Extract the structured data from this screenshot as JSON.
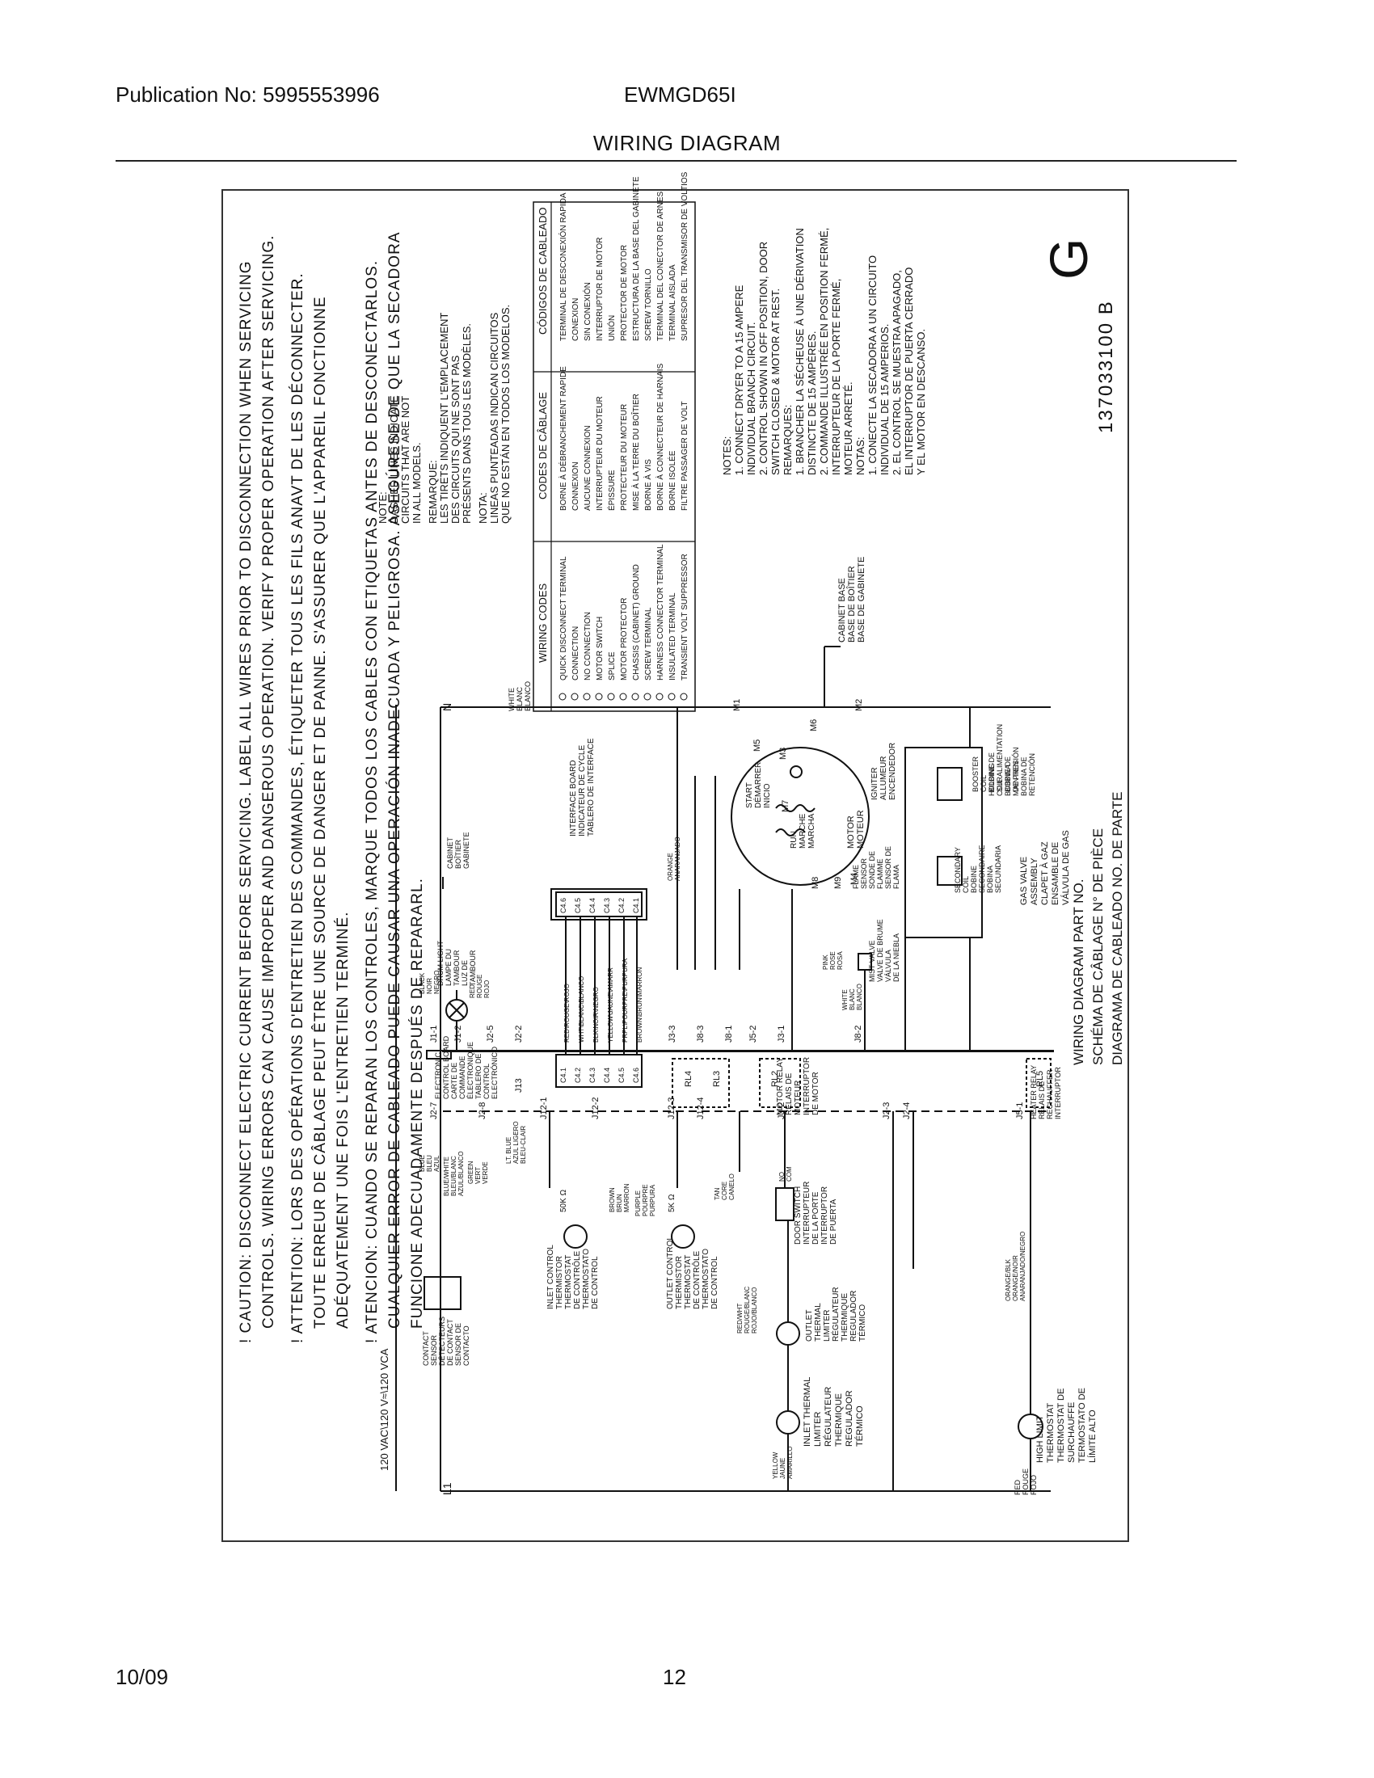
{
  "header": {
    "publication": "Publication No: 5995553996",
    "model": "EWMGD65I",
    "title": "WIRING DIAGRAM"
  },
  "footer": {
    "date": "10/09",
    "page": "12"
  },
  "caution": [
    "! CAUTION: DISCONNECT ELECTRIC CURRENT BEFORE SERVICING. LABEL ALL WIRES PRIOR TO DISCONNECTION WHEN SERVICING",
    "CONTROLS. WIRING ERRORS CAN CAUSE IMPROPER AND DANGEROUS OPERATION. VERIFY PROPER OPERATION AFTER SERVICING.",
    "! ATTENTION: LORS DES OPÉRATIONS D'ENTRETIEN DES COMMANDES, ÉTIQUETER TOUS LES FILS ANAVT DE LES DÉCONNECTER.",
    "TOUTE ERREUR DE CÂBLAGE PEUT ÊTRE UNE SOURCE DE DANGER ET DE PANNE. S'ASSURER QUE L'APPAREIL FONCTIONNE",
    "ADÉQUATEMENT UNE FOIS L'ENTRETIEN TERMINÉ.",
    "! ATENCION: CUANDO SE REPARAN LOS CONTROLES, MARQUE TODOS LOS CABLES CON ETIQUETAS ANTES DE DESCONECTARLOS.",
    "CUALQUIER ERROR DE CABLEADO PUEDE CAUSAR UNA OPERACIÓN INADECUADA Y PELIGROSA. ASEGÚRESE DE QUE LA SECADORA",
    "FUNCIONE ADECUADAMENTE DESPUÉS DE REPARARL."
  ],
  "note_dashed": [
    "NOTE:",
    "DASHED LINES INDICATE",
    "CIRCUITS THAT ARE NOT",
    "IN ALL MODELS.",
    "REMARQUE:",
    "LES TIRETS INDIQUENT L'EMPLACEMENT",
    "DES CIRCUITS QUI NE SONT PAS",
    "PRÉSENTS DANS TOUS LES MODÈLES.",
    "NOTA:",
    "LINEAS PUNTEADAS INDICAN CIRCUITOS",
    "QUE NO ESTÁN EN TODOS LOS MODELOS."
  ],
  "codes_table": {
    "headers": [
      "WIRING CODES",
      "CODES DE CÂBLAGE",
      "CÓDIGOS DE CABLEADO"
    ],
    "rows": [
      [
        "QUICK DISCONNECT TERMINAL",
        "BORNE À DÉBRANCHEMENT RAPIDE",
        "TERMINAL DE DESCONEXIÓN RAPIDA"
      ],
      [
        "CONNECTION",
        "CONNEXION",
        "CONEXION"
      ],
      [
        "NO CONNECTION",
        "AUCUNE CONNEXION",
        "SIN CONEXIÓN"
      ],
      [
        "MOTOR SWITCH",
        "INTERRUPTEUR DU MOTEUR",
        "INTERRUPTOR DE MOTOR"
      ],
      [
        "SPLICE",
        "ÉPISSURE",
        "UNIÓN"
      ],
      [
        "MOTOR PROTECTOR",
        "PROTECTEUR DU MOTEUR",
        "PROTECTOR DE MOTOR"
      ],
      [
        "CHASSIS (CABINET) GROUND",
        "MISE À LA TERRE DU BOÎTIER",
        "ESTRUCTURA DE LA BASE DEL GABINETE"
      ],
      [
        "SCREW TERMINAL",
        "BORNE À VIS",
        "SCREW TORNILLO"
      ],
      [
        "HARNESS CONNECTOR TERMINAL",
        "BORNE À CONNECTEUR DE HARNAIS",
        "TERMINAL DEL CONECTOR DE ARNES"
      ],
      [
        "INSULATED TERMINAL",
        "BORNE ISOLÉE",
        "TERMINAL AISLADA"
      ],
      [
        "TRANSIENT VOLT SUPPRESSOR",
        "FILTRE PASSAGER DE VOLT",
        "SUPRESOR DEL TRANSMISOR DE VOLTIOS"
      ]
    ]
  },
  "notes_install": [
    "NOTES:",
    "1. CONNECT DRYER TO A 15 AMPERE",
    "    INDIVIDUAL BRANCH CIRCUIT.",
    "2. CONTROL SHOWN IN OFF POSITION, DOOR",
    "    SWITCH CLOSED & MOTOR AT REST.",
    "REMARQUES:",
    "1. BRANCHER LA SÉCHEUSE À UNE DÉRIVATION",
    "    DISTINCTE DE 15 AMPÈRES.",
    "2. COMMANDE ILLUSTRÉE EN POSITION FERMÉ,",
    "    INTERRUPTEUR DE LA PORTE FERMÉ,",
    "    MOTEUR ARRETÉ.",
    "NOTAS:",
    "1. CONECTE LA SECADORA A UN CIRCUITO",
    "    INDIVIDUAL DE 15 AMPERIOS.",
    "2. EL CONTROL SE MUESTRA APAGADO,",
    "    EL INTERRUPTOR DE PUERTA CERRADO",
    "    Y EL MOTOR EN DESCANSO."
  ],
  "part_no": {
    "lines": [
      "WIRING DIAGRAM PART NO.",
      "SCHÉMA DE CÂBLAGE N° DE PIÈCE",
      "DIAGRAMA DE CABLEADO NO. DE PARTE"
    ],
    "number": "137033100 B",
    "letter": "G"
  },
  "supply": {
    "voltage": "120 VAC\\120 V≈\\120 VCA",
    "l1": "L1",
    "n": "N",
    "l1_color": [
      "RED",
      "ROUGE",
      "ROJO"
    ],
    "n_color": [
      "WHITE",
      "BLANC",
      "BLANCO"
    ]
  },
  "labels": {
    "ecb": [
      "ELECTRONIC",
      "CONTROL BOARD",
      "CARTE DE",
      "COMMANDE",
      "ÉLECTRONIQUE",
      "TABLERO DE",
      "CONTROL",
      "ELECTRÓNICO"
    ],
    "interface": [
      "INTERFACE BOARD",
      "INDICATEUR DE CYCLE",
      "TABLERO DE INTERFACE"
    ],
    "drum_light": [
      "DRUM LIGHT",
      "LAMPE DU",
      "TAMBOUR",
      "LUZ DE",
      "TAMBOUR"
    ],
    "cabinet": [
      "CABINET",
      "BOÎTIER",
      "GABINETE"
    ],
    "cabinet_base": [
      "CABINET BASE",
      "BASE DE BOÎTIER",
      "BASE DE GABINETE"
    ],
    "motor": [
      "MOTOR",
      "MOTEUR"
    ],
    "start": [
      "START",
      "DÉMARRER",
      "INICIO"
    ],
    "run": [
      "RUN",
      "MARCHE",
      "MARCHA"
    ],
    "ignitor": [
      "IGNITER",
      "ALLUMEUR",
      "ENCENDEDOR"
    ],
    "flame_sensor": [
      "FLAME",
      "SENSOR",
      "SONDE DE",
      "FLAMME",
      "SENSOR DE",
      "FLAMA"
    ],
    "secondary_coil": [
      "SECONDARY",
      "COIL",
      "BOBINE",
      "SECONDAIRE",
      "BOBINA",
      "SECUNDARIA"
    ],
    "booster_coil": [
      "BOOSTER",
      "COIL",
      "BOBINE DE",
      "SURALIMENTATION",
      "BOBINA",
      "DE PRESIÓN"
    ],
    "holding_coil": [
      "HOLDING",
      "COIL",
      "BOBINE DE",
      "MAINTIEN",
      "BOBINA DE",
      "RETENCIÓN"
    ],
    "gas_valve": [
      "GAS VALVE",
      "ASSEMBLY",
      "CLAPET À GAZ",
      "ENSAMBLE DE",
      "VÁLVULA DE GAS"
    ],
    "mist_valve": [
      "MIST VALVE",
      "VALVE DE BRUME",
      "VÁLVULA",
      "DE LA NIEBLA"
    ],
    "motor_relay": [
      "MOTOR RELAY",
      "RELAIS DE",
      "MOTEUR",
      "INTERRUPTOR",
      "DE MOTOR"
    ],
    "heater_relay": [
      "HEATER RELAY",
      "RELAIS DE",
      "RÉCHAUFFER",
      "INTERRUPTOR"
    ],
    "door_switch": [
      "DOOR SWITCH",
      "INTERRUPTEUR",
      "DE LA PORTE",
      "INTERRUPTOR",
      "DE PUERTA"
    ],
    "contact_sensor": [
      "CONTACT",
      "SENSOR",
      "DÉTECTEURS",
      "DE CONTACT",
      "SENSOR DE",
      "CONTACTO"
    ],
    "inlet_thermistor": [
      "INLET CONTROL",
      "THERMISTOR",
      "THERMOSTAT",
      "DE CONTRÔLE",
      "THERMOSTATO",
      "DE CONTROL"
    ],
    "outlet_thermistor": [
      "OUTLET CONTROL",
      "THERMISTOR",
      "THERMOSTAT",
      "DE CONTRÔLE",
      "THERMOSTATO",
      "DE CONTROL"
    ],
    "outlet_limiter": [
      "OUTLET",
      "THERMAL",
      "LIMITER",
      "RÉGULATEUR",
      "THERMIQUE",
      "REGULADOR",
      "TÉRMICO"
    ],
    "inlet_limiter": [
      "INLET THERMAL",
      "LIMITER",
      "RÉGULATEUR",
      "THERMIQUE",
      "REGULADOR",
      "TÉRMICO"
    ],
    "high_limit": [
      "HIGH LIMIT",
      "THERMOSTAT",
      "THERMOSTAT DE",
      "SURCHAUFFE",
      "TERMOSTATO DE",
      "LÍMITE ALTO"
    ],
    "res_50k": "50K Ω",
    "res_5k": "5K Ω",
    "connectors": [
      "J1-1",
      "J1-2",
      "J2-5",
      "J2-2",
      "J2-7",
      "J2-8",
      "J12-1",
      "J12-2",
      "J12-3",
      "J12-4",
      "J13",
      "J3-3",
      "J8-3",
      "J8-1",
      "J5-2",
      "J3-1",
      "J3-2",
      "J2-3",
      "J2-4",
      "J5-1",
      "J8-2"
    ],
    "relays": [
      "RL4",
      "RL3",
      "RL2",
      "RL5"
    ],
    "j1_pins": [
      "C4.6",
      "C4.5",
      "C4.4",
      "C4.3",
      "C4.2",
      "C4.1"
    ],
    "j13_pins": [
      "C4.1",
      "C4.2",
      "C4.3",
      "C4.4",
      "C4.5",
      "C4.6"
    ],
    "ribbon_wires": [
      "RED\\ROUGE\\ROJO",
      "WHT\\BLANC\\BLANCO",
      "BLK\\NOIR\\NEGRO",
      "YELLOW\\JAUNE\\AMARR",
      "PRPL\\POURPRE\\PURPURA",
      "BROWN\\BRUN\\MARRON"
    ],
    "motor_terminals": [
      "M1",
      "M2",
      "M3",
      "M4",
      "M5",
      "M6",
      "M7",
      "M8",
      "M9"
    ],
    "wires": {
      "black": [
        "BLACK",
        "NOIR",
        "NEGRO"
      ],
      "red": [
        "RED",
        "ROUGE",
        "ROJO"
      ],
      "white": [
        "WHITE",
        "BLANC",
        "BLANCO"
      ],
      "blue": [
        "BLUE",
        "BLEU",
        "AZUL"
      ],
      "blue_white": [
        "BLUE/WHITE",
        "BLEU/BLANC",
        "AZUL/BLANCO"
      ],
      "lt_blue": [
        "LT. BLUE",
        "AZUL LIGERO",
        "BLEU-CLAIR"
      ],
      "green": [
        "GREEN",
        "VERT",
        "VERDE"
      ],
      "brown": [
        "BROWN",
        "BRUN",
        "MARRON"
      ],
      "purple": [
        "PURPLE",
        "POURPRE",
        "PURPURA"
      ],
      "tan": [
        "TAN",
        "CORE",
        "CANELO"
      ],
      "orange": [
        "ORANGE",
        "ANARANJADO"
      ],
      "pink": [
        "PINK",
        "ROSE",
        "ROSA"
      ],
      "yellow": [
        "YELLOW",
        "JAUNE",
        "AMARILLO"
      ],
      "red_wht": [
        "RED/WHT",
        "ROUGE/BLANC",
        "ROJO/BLANCO"
      ],
      "orange_blk": [
        "ORANGE/BLK",
        "ORANGE/NOIR",
        "ANARANJADO/NEGRO"
      ],
      "no_com": [
        "NO",
        "COM"
      ]
    }
  }
}
